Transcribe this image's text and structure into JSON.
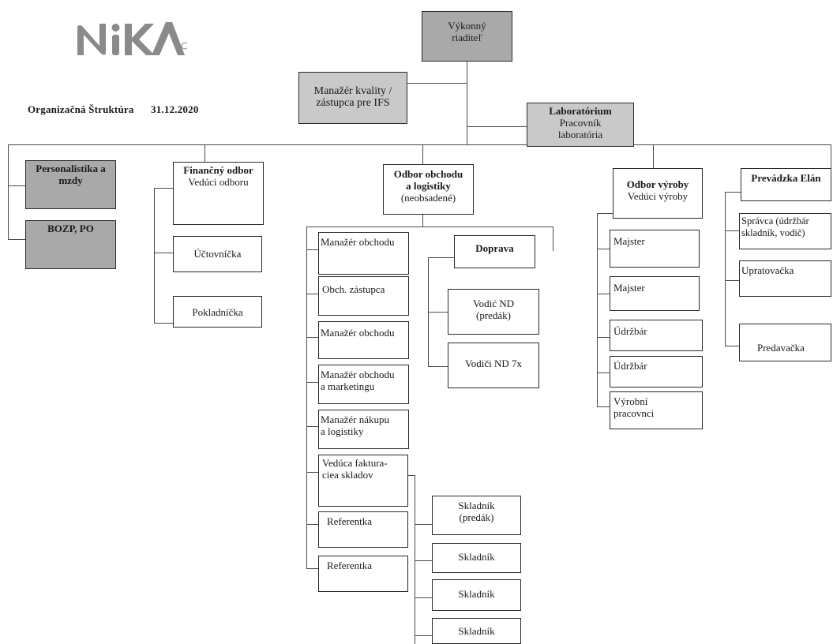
{
  "logo": {
    "text": "NiKA",
    "mark": "®"
  },
  "header": {
    "title": "Organizačná Štruktúra",
    "date": "31.12.2020"
  },
  "top": {
    "ceo": [
      "Výkonný",
      "riaditeľ"
    ],
    "quality": [
      "Manažér kvality /",
      "zástupca pre IFS"
    ],
    "lab": {
      "title": "Laboratórium",
      "lines": [
        "Pracovník",
        "laboratória"
      ]
    }
  },
  "hr": {
    "title": [
      "Personalistika a",
      "mzdy"
    ],
    "bozp": "BOZP, PO"
  },
  "finance": {
    "title": "Finančný odbor",
    "head": "Vedúci odboru",
    "staff": [
      "Účtovníčka",
      "Pokladníčka"
    ]
  },
  "sales": {
    "title": [
      "Odbor obchodu",
      "a logistiky"
    ],
    "head": "(neobsadené)",
    "staff": [
      [
        "Manažér obchodu"
      ],
      [
        "Obch. zástupca"
      ],
      [
        "Manažér obchodu"
      ],
      [
        "Manažér obchodu",
        "a marketingu"
      ],
      [
        "Manažér nákupu",
        "a logistiky"
      ],
      [
        "Vedúca faktura-",
        "ciea skladov"
      ]
    ],
    "invoice_staff": [
      "Referentka",
      "Referentka"
    ],
    "warehouse": [
      [
        "Skladník",
        "(predák)"
      ],
      [
        "Skladník"
      ],
      [
        "Skladník"
      ],
      [
        "Skladník"
      ]
    ],
    "transport": {
      "title": "Doprava",
      "staff": [
        [
          "Vodić ND",
          "(predák)"
        ],
        [
          "Vodiči ND 7x"
        ]
      ]
    }
  },
  "production": {
    "title": "Odbor výroby",
    "head": "Vedúci výroby",
    "staff": [
      [
        "Majster"
      ],
      [
        "Majster"
      ],
      [
        "Údržbár"
      ],
      [
        "Údržbár"
      ],
      [
        "Výrobní",
        "pracovnci"
      ]
    ]
  },
  "elan": {
    "title": "Prevádzka Elán",
    "staff": [
      [
        "Správca (údržbár",
        "skladník, vodič)"
      ],
      [
        "Upratovačka"
      ],
      [
        "Predavačka"
      ]
    ]
  },
  "colors": {
    "dark_fill": "#a9a9a9",
    "light_fill": "#c9c9c9",
    "line": "#4a4a4a"
  }
}
